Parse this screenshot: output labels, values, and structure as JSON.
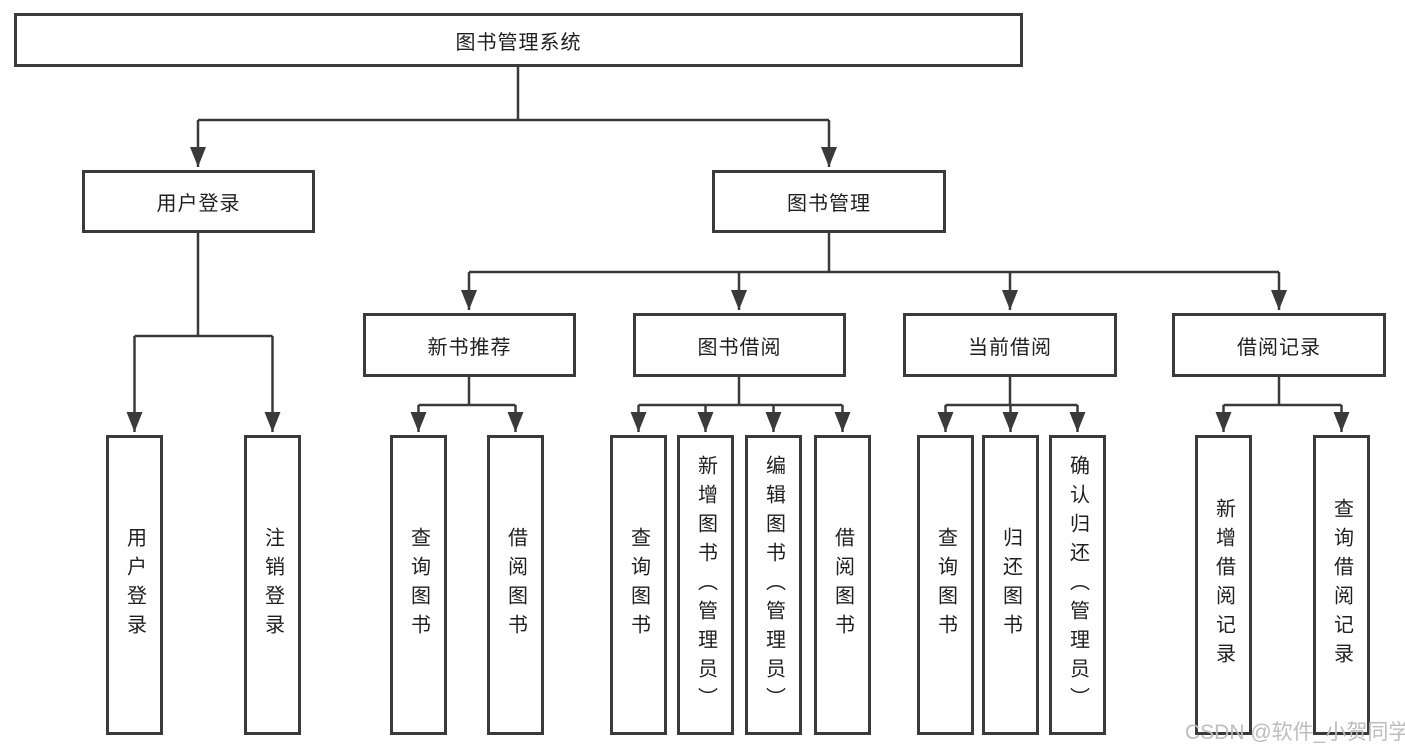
{
  "colors": {
    "line": "#3a3a3a",
    "border": "#3a3a3a",
    "fill": "#ffffff",
    "text": "#1f1f1f",
    "watermark": "#bdbdbd"
  },
  "tree": {
    "root": {
      "label": "图书管理系统",
      "children": [
        {
          "label": "用户登录",
          "children": [
            {
              "label": "用户登录"
            },
            {
              "label": "注销登录"
            }
          ]
        },
        {
          "label": "图书管理",
          "children": [
            {
              "label": "新书推荐",
              "children": [
                {
                  "label": "查询图书"
                },
                {
                  "label": "借阅图书"
                }
              ]
            },
            {
              "label": "图书借阅",
              "children": [
                {
                  "label": "查询图书"
                },
                {
                  "label": "新增图书（管理员）"
                },
                {
                  "label": "编辑图书（管理员）"
                },
                {
                  "label": "借阅图书"
                }
              ]
            },
            {
              "label": "当前借阅",
              "children": [
                {
                  "label": "查询图书"
                },
                {
                  "label": "归还图书"
                },
                {
                  "label": "确认归还（管理员）"
                }
              ]
            },
            {
              "label": "借阅记录",
              "children": [
                {
                  "label": "新增借阅记录"
                },
                {
                  "label": "查询借阅记录"
                }
              ]
            }
          ]
        }
      ]
    }
  },
  "watermark": "CSDN @软件_小贺同学"
}
